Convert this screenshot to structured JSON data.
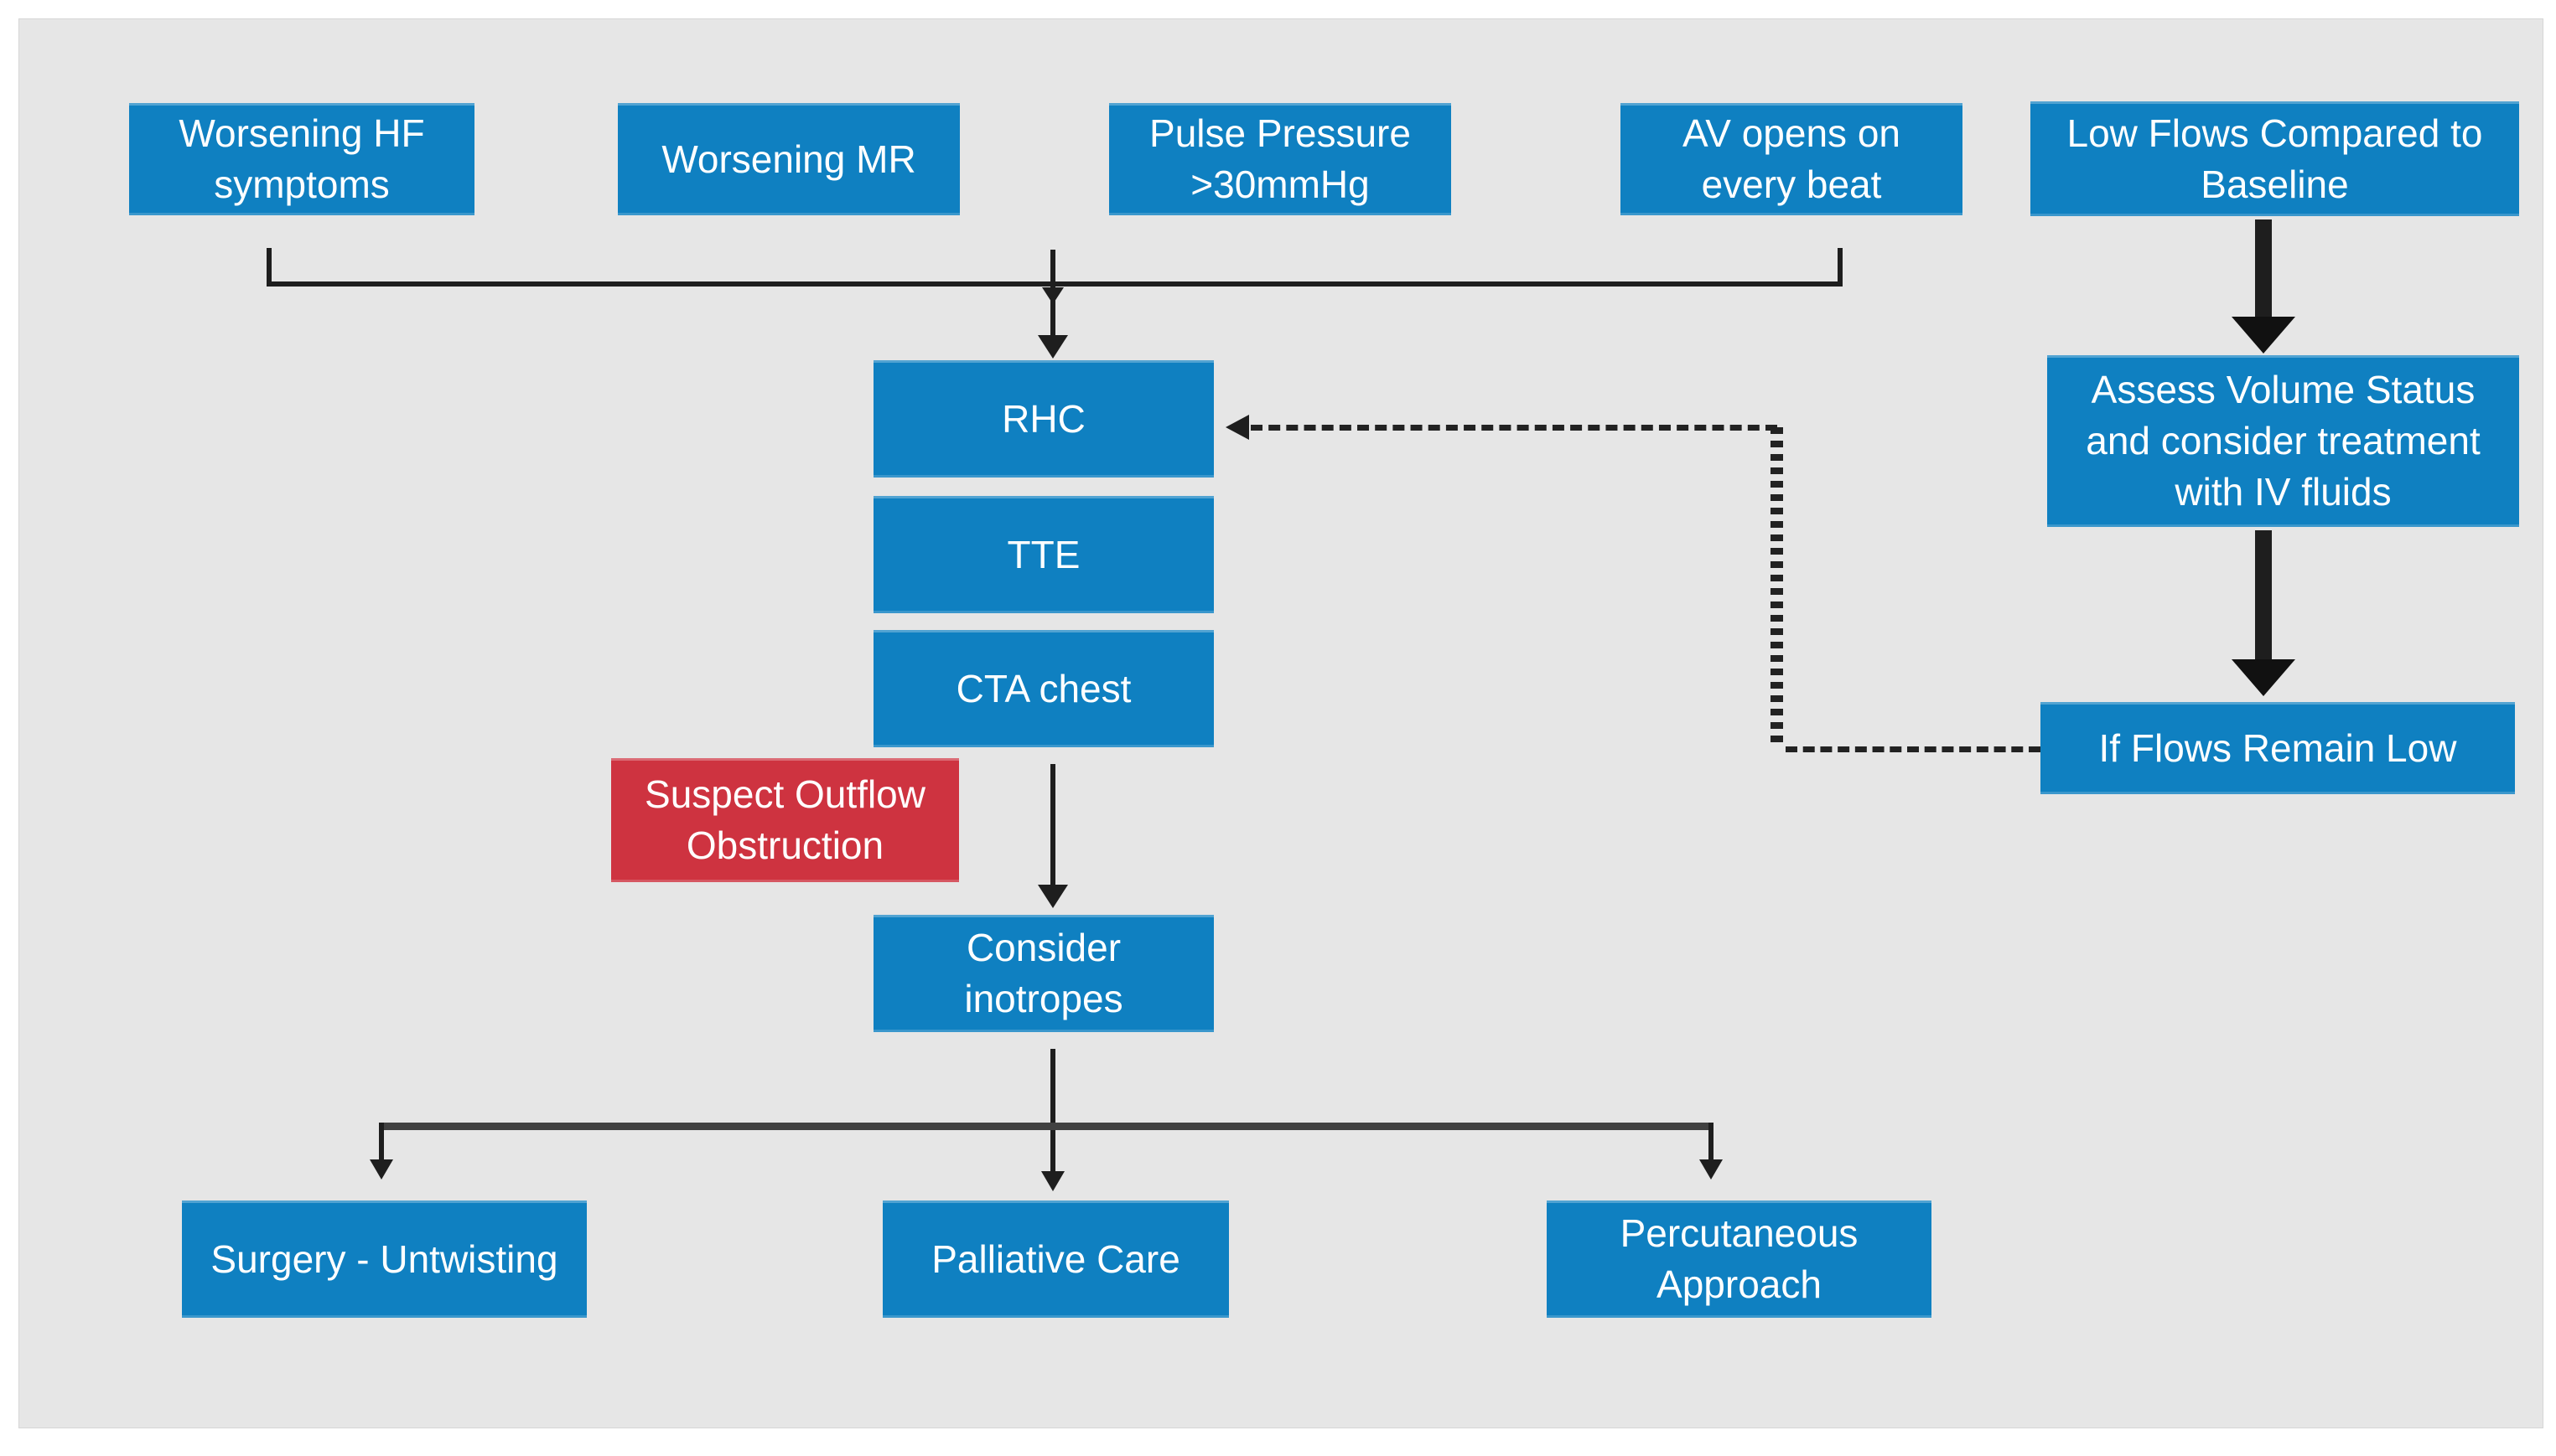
{
  "diagram": {
    "colors": {
      "node_fill": "#0f80c1",
      "alert_fill": "#ce3340",
      "node_text": "#ffffff",
      "connector": "#1e1e1e",
      "background": "#e6e6e6",
      "page_background": "#ffffff"
    },
    "nodes": {
      "worsening_hf": {
        "label": "Worsening HF symptoms"
      },
      "worsening_mr": {
        "label": "Worsening MR"
      },
      "pulse_pressure": {
        "label": "Pulse Pressure >30mmHg"
      },
      "av_opens": {
        "label": "AV opens on every beat"
      },
      "low_flows": {
        "label": "Low Flows Compared to Baseline"
      },
      "rhc": {
        "label": "RHC"
      },
      "tte": {
        "label": "TTE"
      },
      "cta_chest": {
        "label": "CTA chest"
      },
      "suspect_outflow": {
        "label": "Suspect Outflow Obstruction"
      },
      "consider_inotropes": {
        "label": "Consider inotropes"
      },
      "assess_volume": {
        "label": "Assess Volume Status and consider treatment with IV fluids"
      },
      "flows_remain_low": {
        "label": "If Flows Remain Low"
      },
      "surgery": {
        "label": "Surgery - Untwisting"
      },
      "palliative": {
        "label": "Palliative Care"
      },
      "percutaneous": {
        "label": "Percutaneous Approach"
      }
    },
    "edges": [
      {
        "from": "worsening_hf,worsening_mr,pulse_pressure,av_opens",
        "to": "rhc",
        "style": "solid-bracket-arrow"
      },
      {
        "from": "low_flows",
        "to": "assess_volume",
        "style": "thick-solid-arrow"
      },
      {
        "from": "assess_volume",
        "to": "flows_remain_low",
        "style": "thick-solid-arrow"
      },
      {
        "from": "flows_remain_low",
        "to": "rhc",
        "style": "dashed-arrow"
      },
      {
        "from": "cta_chest",
        "to": "consider_inotropes",
        "style": "solid-arrow"
      },
      {
        "from": "consider_inotropes",
        "to": "surgery",
        "style": "solid-branch-arrow"
      },
      {
        "from": "consider_inotropes",
        "to": "palliative",
        "style": "solid-branch-arrow"
      },
      {
        "from": "consider_inotropes",
        "to": "percutaneous",
        "style": "solid-branch-arrow"
      }
    ]
  }
}
